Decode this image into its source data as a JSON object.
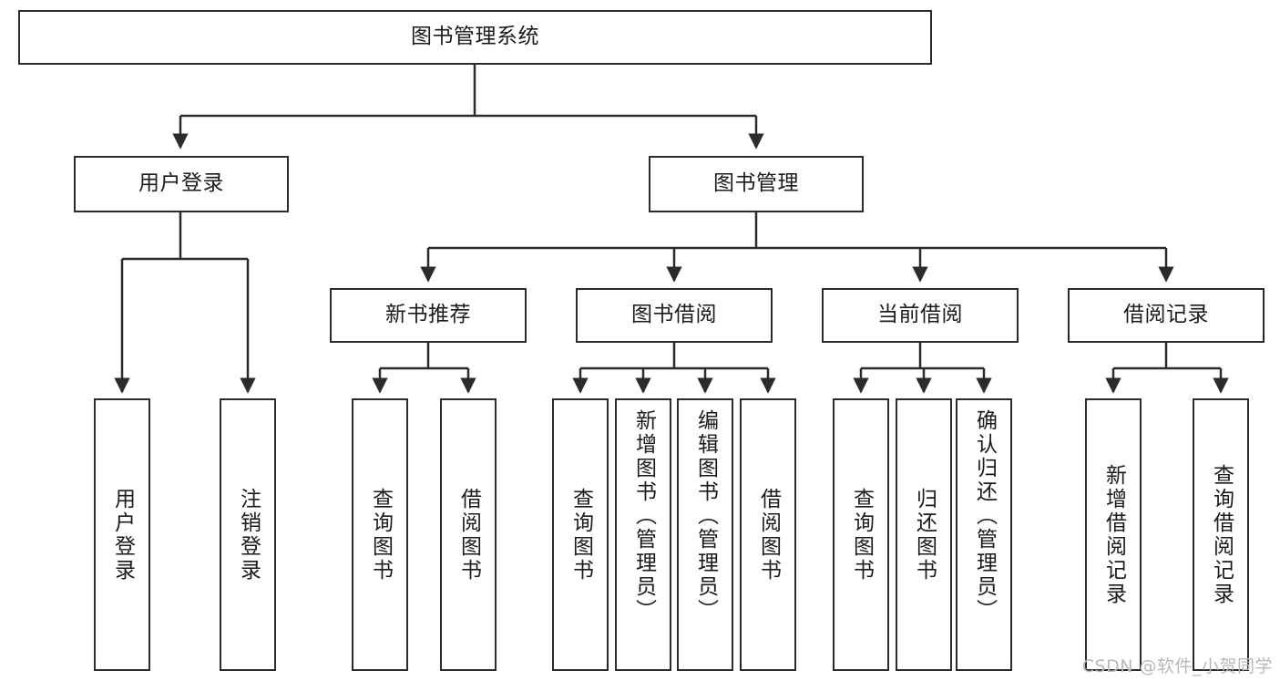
{
  "diagram": {
    "type": "tree",
    "title": "图书管理系统",
    "watermark": "CSDN @软件_小贺同学",
    "levels": {
      "root": {
        "label": "图书管理系统"
      },
      "level2": [
        {
          "label": "用户登录"
        },
        {
          "label": "图书管理"
        }
      ],
      "level3": [
        {
          "label": "新书推荐"
        },
        {
          "label": "图书借阅"
        },
        {
          "label": "当前借阅"
        },
        {
          "label": "借阅记录"
        }
      ],
      "leaves": [
        {
          "label": "用户登录",
          "parent": "用户登录"
        },
        {
          "label": "注销登录",
          "parent": "用户登录"
        },
        {
          "label": "查询图书",
          "parent": "新书推荐"
        },
        {
          "label": "借阅图书",
          "parent": "新书推荐"
        },
        {
          "label": "查询图书",
          "parent": "图书借阅"
        },
        {
          "label": "新增图书（管理员）",
          "parent": "图书借阅"
        },
        {
          "label": "编辑图书（管理员）",
          "parent": "图书借阅"
        },
        {
          "label": "借阅图书",
          "parent": "图书借阅"
        },
        {
          "label": "查询图书",
          "parent": "当前借阅"
        },
        {
          "label": "归还图书",
          "parent": "当前借阅"
        },
        {
          "label": "确认归还（管理员）",
          "parent": "当前借阅"
        },
        {
          "label": "新增借阅记录",
          "parent": "借阅记录"
        },
        {
          "label": "查询借阅记录",
          "parent": "借阅记录"
        }
      ]
    },
    "colors": {
      "stroke": "#2b2b2b",
      "text": "#1b1b1b",
      "background": "#ffffff",
      "watermark": "#b9b9b9"
    }
  }
}
